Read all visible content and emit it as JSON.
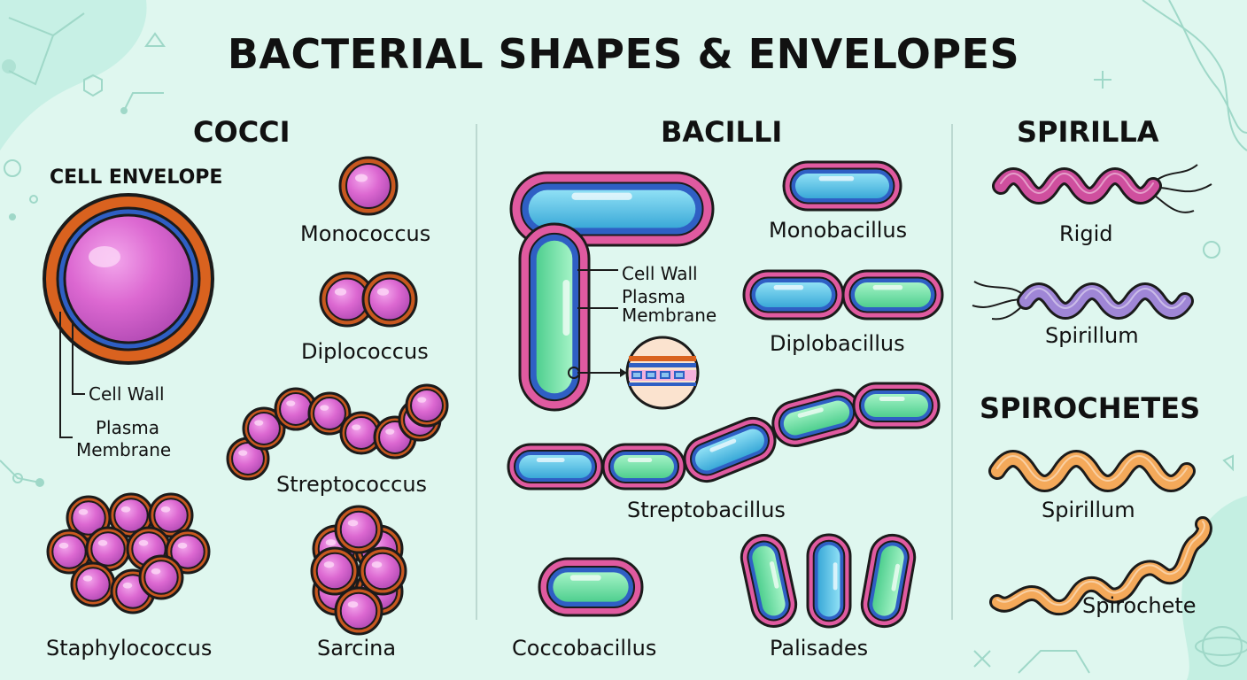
{
  "title": "BACTERIAL SHAPES & ENVELOPES",
  "sections": {
    "cocci": {
      "heading": "COCCI",
      "envelope_heading": "CELL ENVELOPE",
      "envelope_labels": {
        "cell_wall": "Cell Wall",
        "plasma": "Plasma",
        "membrane": "Membrane"
      },
      "items": [
        "Monococcus",
        "Diplococcus",
        "Streptococcus",
        "Staphylococcus",
        "Sarcina"
      ]
    },
    "bacilli": {
      "heading": "BACILLI",
      "envelope_labels": {
        "cell_wall": "Cell Wall",
        "plasma": "Plasma",
        "membrane": "Membrane"
      },
      "items": [
        "Monobacillus",
        "Diplobacillus",
        "Streptobacillus",
        "Coccobacillus",
        "Palisades"
      ]
    },
    "spirilla": {
      "heading": "SPIRILLA",
      "items": [
        "Rigid",
        "Spirillum"
      ]
    },
    "spirochetes": {
      "heading": "SPIROCHETES",
      "items": [
        "Spirillum",
        "Spirochete"
      ]
    }
  },
  "colors": {
    "background": "#dff7ef",
    "cocci_fill": "#d45ec8",
    "cocci_rim": "#c8581f",
    "membrane_blue": "#2f5fc4",
    "bacillus_outer": "#e05aa0",
    "bacillus_blue": "#58c3e6",
    "bacillus_green": "#6ee0a4",
    "spirilla_pink": "#cf4f9e",
    "spirilla_purple": "#9f86d6",
    "spirochete_orange": "#f4a95a"
  }
}
